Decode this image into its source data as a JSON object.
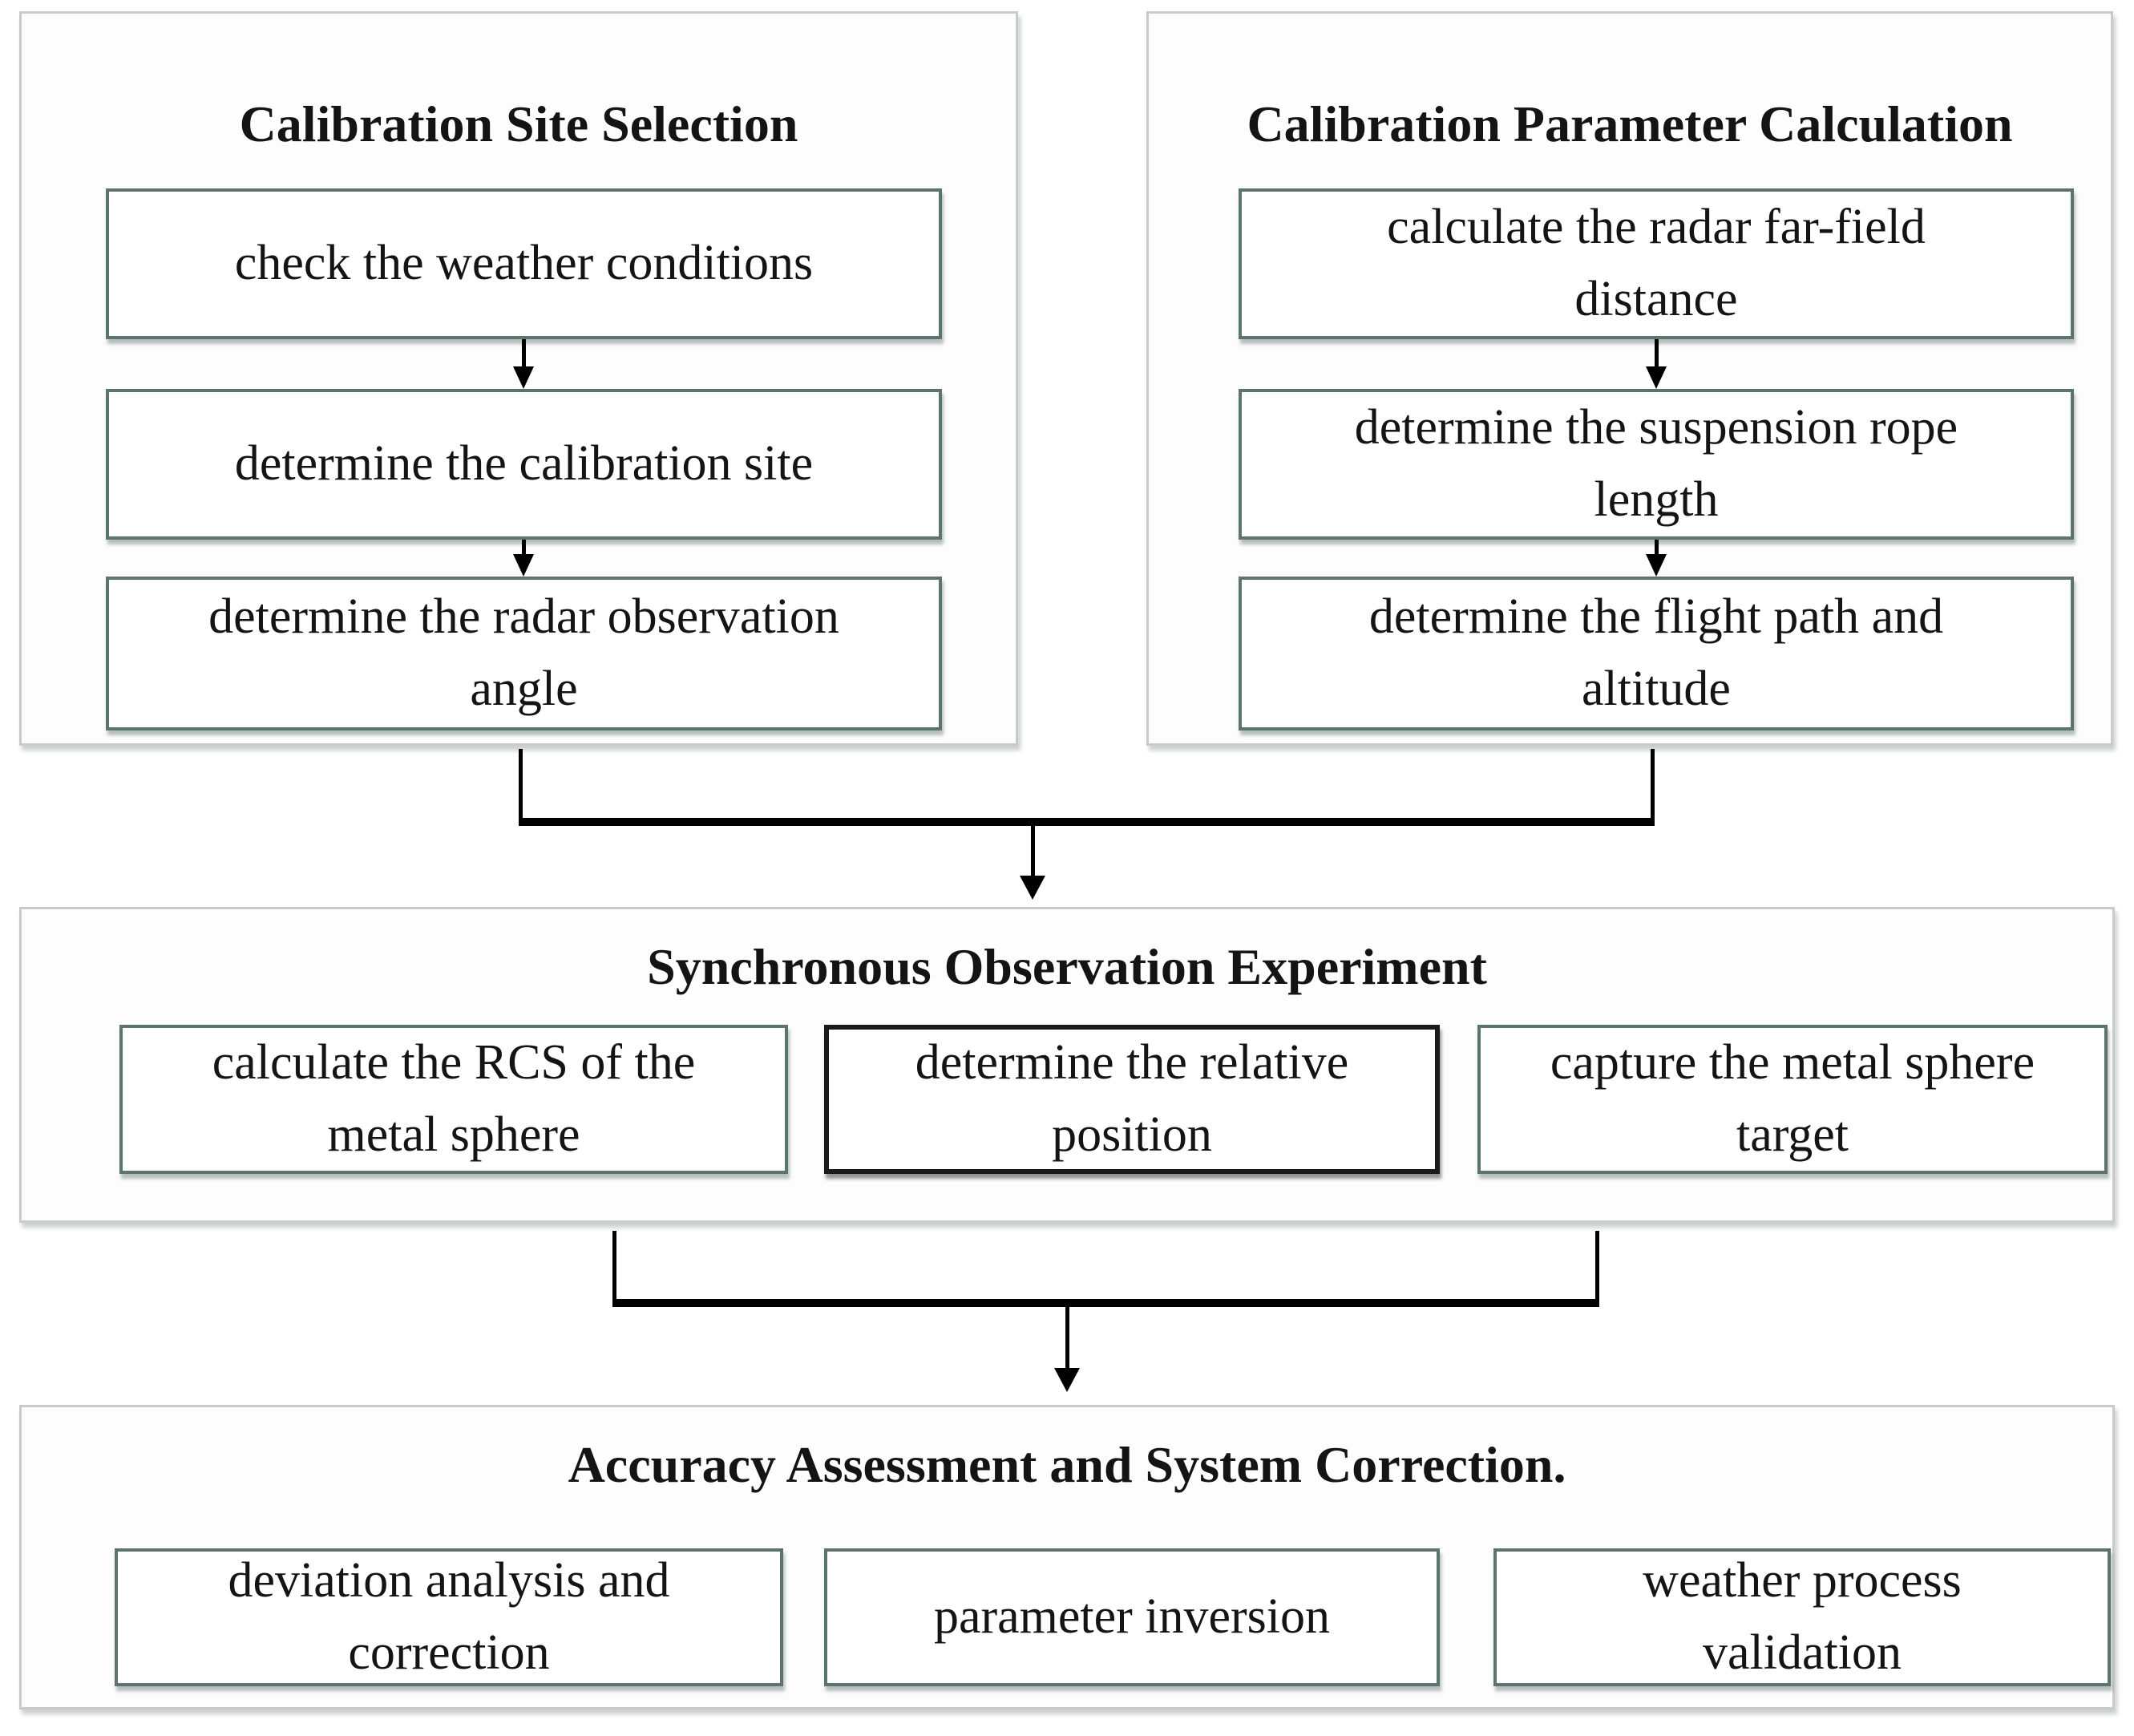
{
  "figure": {
    "type": "flowchart",
    "description": "radar calibration experiment workflow"
  },
  "colors": {
    "box_border_teal": "#5d7370",
    "box_border_black": "#1b1b1b",
    "panel_border": "#c7cbca",
    "panel_bg": "#fdfdfd",
    "box_bg": "#ffffff",
    "arrow": "#000000",
    "text": "#141414"
  },
  "panels": {
    "site_selection": {
      "title": "Calibration Site Selection",
      "steps": [
        "check the weather conditions",
        "determine the calibration site",
        "determine the radar observation\nangle"
      ]
    },
    "parameter_calculation": {
      "title": "Calibration Parameter Calculation",
      "steps": [
        "calculate the radar far-field\ndistance",
        "determine the suspension rope\nlength",
        "determine the flight path and\naltitude"
      ]
    },
    "synchronous_observation": {
      "title": "Synchronous Observation Experiment",
      "steps": [
        "calculate the RCS of the\nmetal sphere",
        "determine the relative\nposition",
        "capture the metal sphere\ntarget"
      ]
    },
    "accuracy_assessment": {
      "title": "Accuracy Assessment and System Correction.",
      "steps": [
        "deviation analysis and\ncorrection",
        "parameter inversion",
        "weather process\nvalidation"
      ]
    }
  }
}
